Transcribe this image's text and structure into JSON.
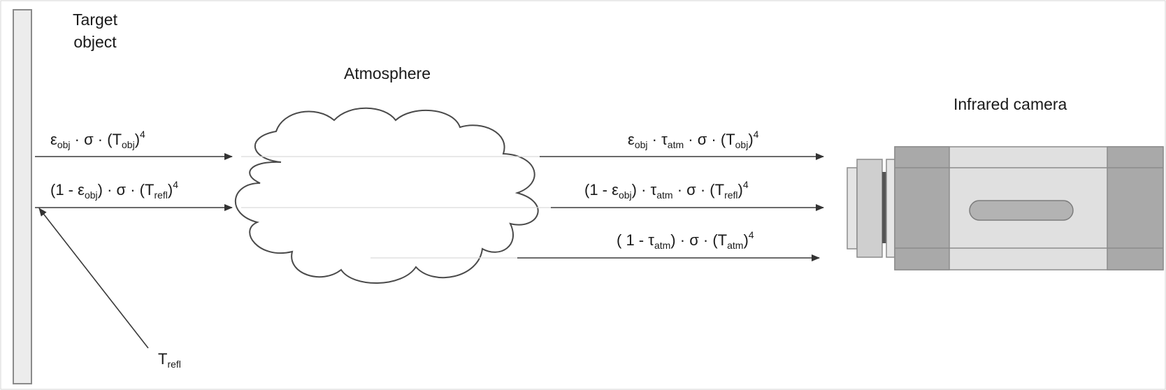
{
  "titles": {
    "target": [
      "Target",
      "object"
    ],
    "atmosphere": "Atmosphere",
    "camera": "Infrared camera"
  },
  "symbols": {
    "epsilon": "ε",
    "sigma": "σ",
    "tau": "τ",
    "T": "T",
    "dot": "·",
    "obj": "obj",
    "atm": "atm",
    "refl": "refl",
    "power": "4"
  },
  "labels": {
    "emission_in": {
      "prefix": ""
    },
    "reflected_in": {
      "prefix": "(1 - "
    },
    "emission_out": {
      "prefix": ""
    },
    "reflected_out": {
      "prefix": "(1 - "
    },
    "atmosphere_out": {
      "prefix": "( 1 - "
    },
    "t_refl": {
      "prefix": ""
    }
  },
  "colors": {
    "line": "#3a3a3a",
    "cloud_stroke": "#4a4a4a",
    "camera_dark": "#a9a9a9",
    "camera_light": "#dedede",
    "frame": "#9e9e9e",
    "bar_fill": "#ececec"
  }
}
